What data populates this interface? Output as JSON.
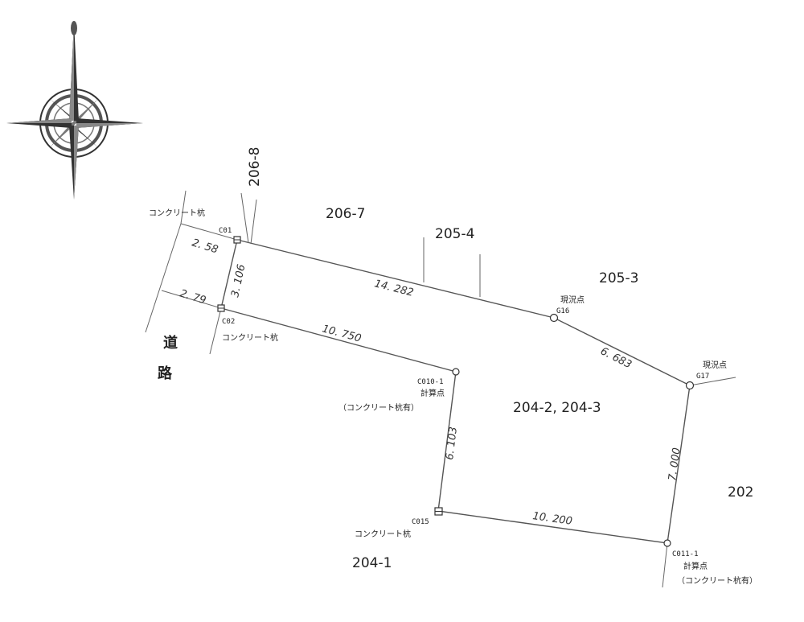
{
  "parcels": {
    "p206_8": "206-8",
    "p206_7": "206-7",
    "p205_4": "205-4",
    "p205_3": "205-3",
    "p204_2": "204-2, 204-3",
    "p202": "202",
    "p204_1": "204-1"
  },
  "road": {
    "char1": "道",
    "char2": "路"
  },
  "dimensions": {
    "d1": "2. 58",
    "d2": "3. 106",
    "d3": "2. 79",
    "d4": "14. 282",
    "d5": "10. 750",
    "d6": "6. 683",
    "d7": "6. 103",
    "d8": "7. 000",
    "d9": "10. 200"
  },
  "points": {
    "c01": {
      "id": "C01",
      "label": "コンクリート杭"
    },
    "c02": {
      "id": "C02",
      "label": "コンクリート杭"
    },
    "g16": {
      "id": "G16",
      "label": "現況点"
    },
    "g17": {
      "id": "G17",
      "label": "現況点"
    },
    "c010": {
      "id": "C010-1",
      "label": "計算点",
      "note": "（コンクリート杭有）"
    },
    "c015": {
      "id": "C015",
      "label": "コンクリート杭"
    },
    "c011": {
      "id": "C011-1",
      "label": "計算点",
      "note": "（コンクリート杭有）"
    }
  },
  "icons": {
    "compass": "compass-rose-icon"
  }
}
